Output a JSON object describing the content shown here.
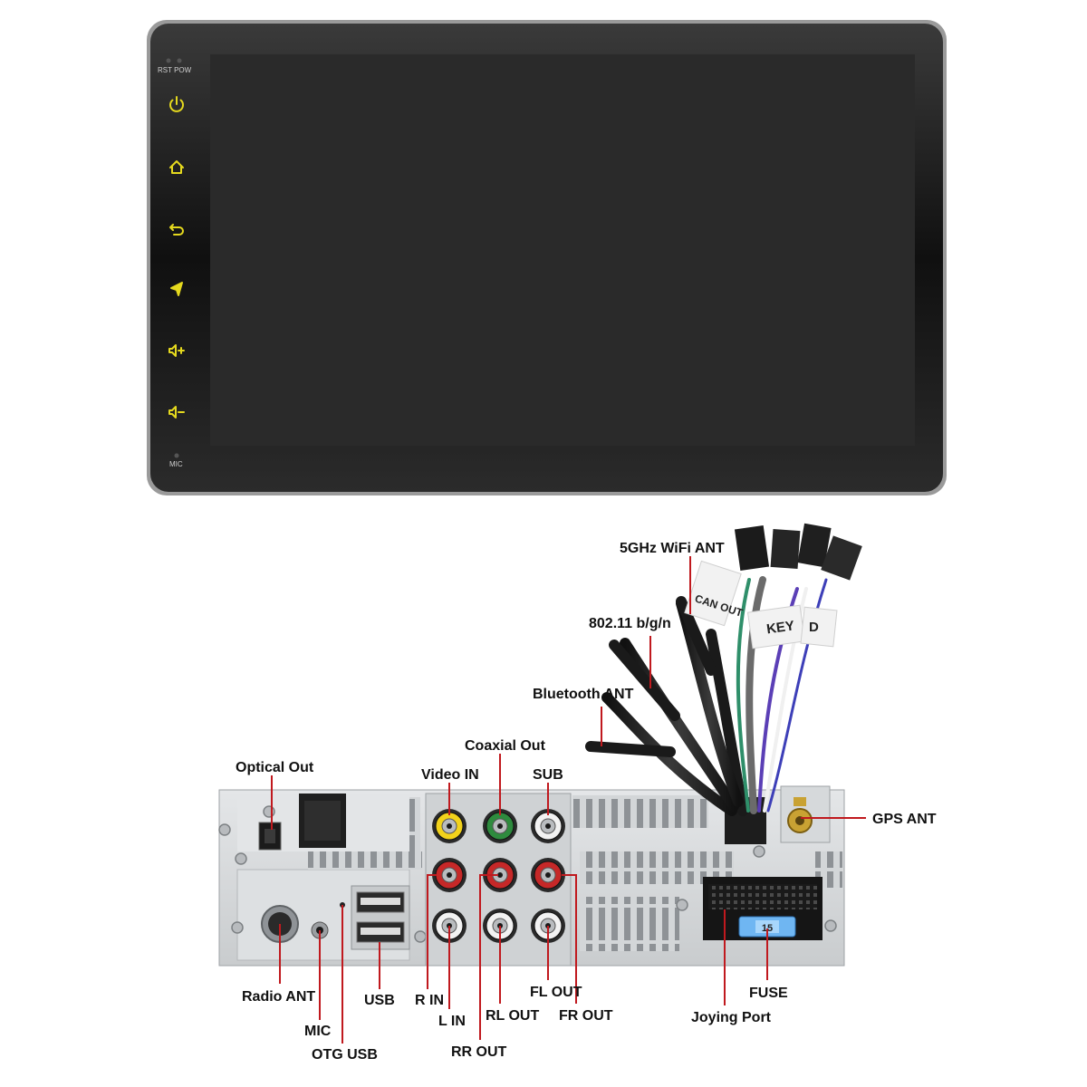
{
  "front_panel": {
    "rst_pow": "RST POW",
    "mic": "MIC",
    "buttons": [
      {
        "icon": "power-icon"
      },
      {
        "icon": "home-icon"
      },
      {
        "icon": "back-icon"
      },
      {
        "icon": "navigation-icon"
      },
      {
        "icon": "volume-up-icon"
      },
      {
        "icon": "volume-down-icon"
      }
    ],
    "button_color": "#e5d91e",
    "screen_color": "#2a2a2a"
  },
  "cable_tags": {
    "can_out": "CAN OUT",
    "key": "KEY",
    "partial_d": "D"
  },
  "fuse_value": "15",
  "callouts": {
    "wifi_5g": "5GHz WiFi ANT",
    "wifi_80211": "802.11 b/g/n",
    "bluetooth": "Bluetooth ANT",
    "coaxial_out": "Coaxial Out",
    "optical_out": "Optical Out",
    "video_in": "Video IN",
    "sub": "SUB",
    "gps_ant": "GPS ANT",
    "radio_ant": "Radio ANT",
    "mic": "MIC",
    "usb": "USB",
    "otg_usb": "OTG USB",
    "r_in": "R IN",
    "l_in": "L IN",
    "rl_out": "RL OUT",
    "rr_out": "RR OUT",
    "fl_out": "FL OUT",
    "fr_out": "FR OUT",
    "fuse": "FUSE",
    "joying_port": "Joying Port"
  },
  "colors": {
    "leader_line": "#c0191e",
    "rca_yellow": "#f2d21b",
    "rca_green": "#2e8b3e",
    "rca_red": "#c62828",
    "rca_white": "#f2f2f2",
    "chassis": "#d9dbdd"
  }
}
